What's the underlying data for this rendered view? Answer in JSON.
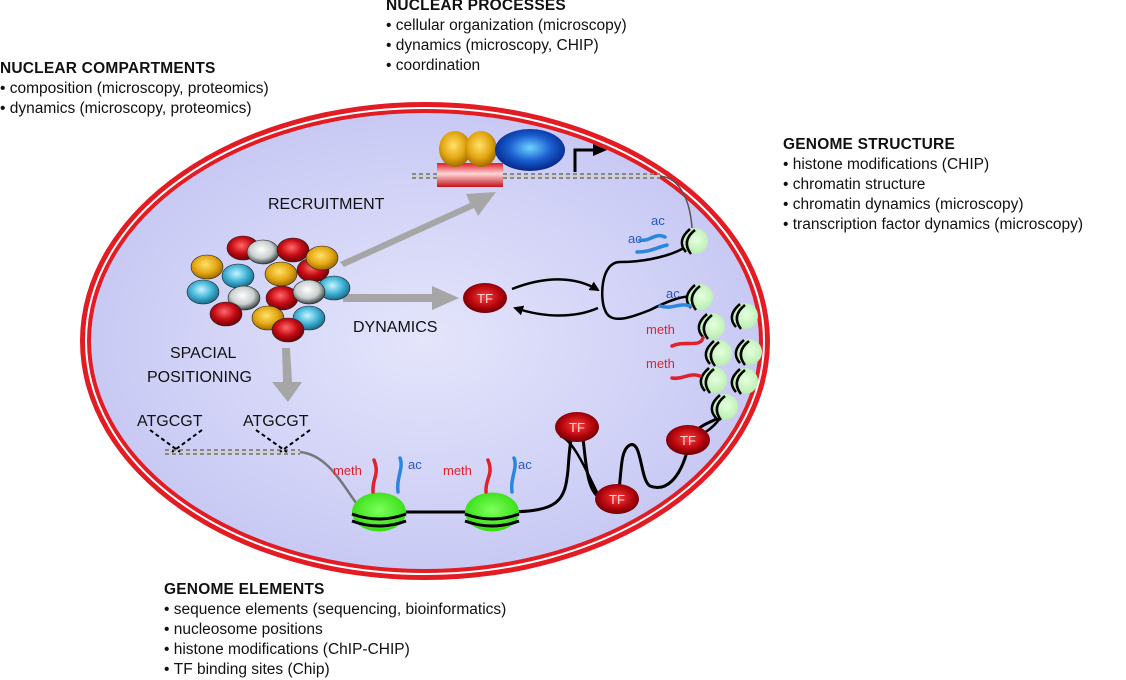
{
  "sections": {
    "nuclear_processes": {
      "title": "NUCLEAR PROCESSES",
      "items": [
        "cellular organization (microscopy)",
        "dynamics (microscopy, CHIP)",
        "coordination"
      ]
    },
    "nuclear_compartments": {
      "title": "NUCLEAR COMPARTMENTS",
      "items": [
        "composition (microscopy, proteomics)",
        "dynamics (microscopy, proteomics)"
      ]
    },
    "genome_structure": {
      "title": "GENOME STRUCTURE",
      "items": [
        "histone modifications (CHIP)",
        "chromatin structure",
        "chromatin dynamics (microscopy)",
        "transcription factor dynamics (microscopy)"
      ]
    },
    "genome_elements": {
      "title": "GENOME ELEMENTS",
      "items": [
        "sequence elements (sequencing, bioinformatics)",
        "nucleosome positions",
        "histone modifications (ChIP-CHIP)",
        "TF binding sites (Chip)"
      ]
    }
  },
  "diagram": {
    "labels": {
      "recruitment": "RECRUITMENT",
      "dynamics": "DYNAMICS",
      "spacial_1": "SPACIAL",
      "spacial_2": "POSITIONING",
      "seq1": "ATGCGT",
      "seq2": "ATGCGT",
      "tf": "TF",
      "ac": "ac",
      "meth": "meth"
    },
    "colors": {
      "membrane": "#e31b23",
      "nucleoplasm": "#c9caf5",
      "tf": "#b3050c",
      "nucleosome_light": "#c8f5c0",
      "nucleosome_bright": "#3ee81a",
      "acetyl": "#2b86e0",
      "methyl": "#e0212b",
      "arrow_gray": "#a6a6a6"
    }
  }
}
